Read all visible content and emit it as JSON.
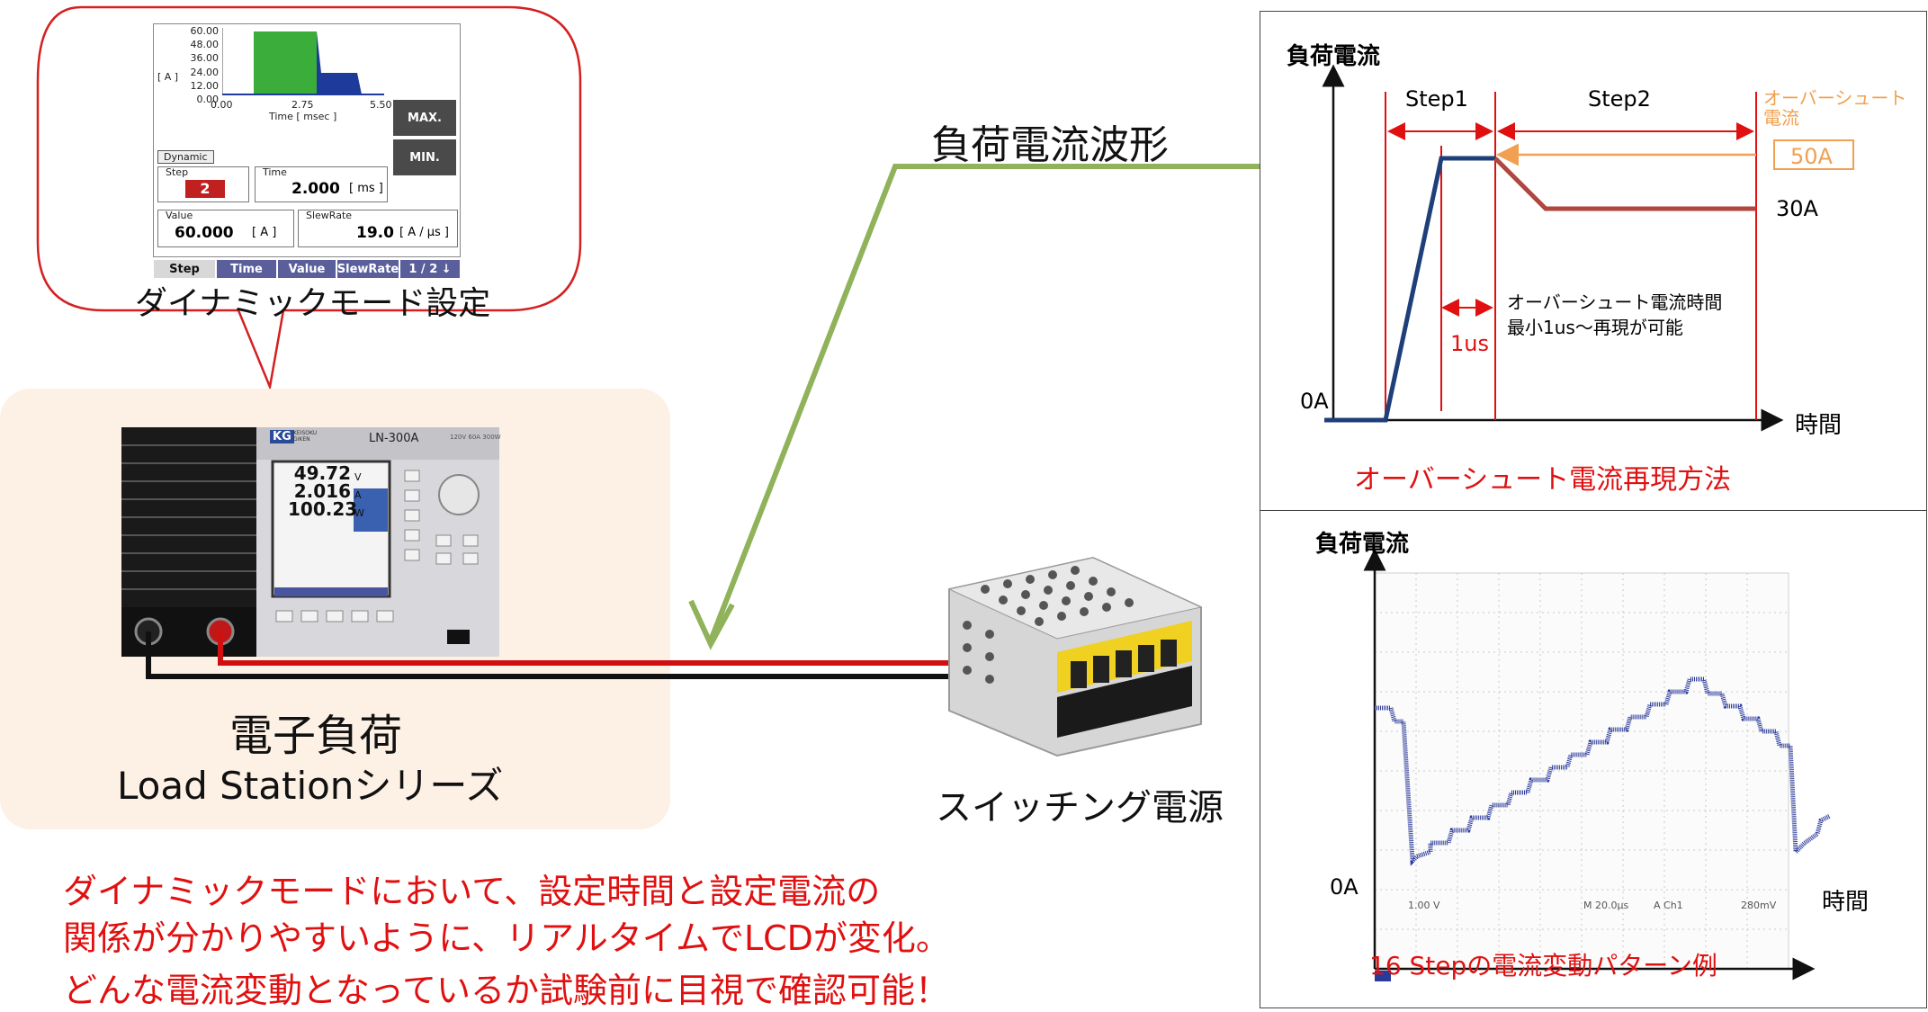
{
  "bubble": {
    "caption": "ダイナミックモード設定",
    "lcd": {
      "y_unit": "[ A ]",
      "y_ticks": [
        "60.00",
        "48.00",
        "36.00",
        "24.00",
        "12.00",
        "0.00"
      ],
      "x_ticks": [
        "0.00",
        "2.75",
        "5.50"
      ],
      "x_label": "Time [ msec ]",
      "mode_label": "Dynamic",
      "step_label": "Step",
      "step_value": "2",
      "time_label": "Time",
      "time_value": "2.000",
      "time_unit": "[ ms ]",
      "value_label": "Value",
      "value_value": "60.000",
      "value_unit": "[ A ]",
      "slew_label": "SlewRate",
      "slew_value": "19.0",
      "slew_unit": "[ A / μs ]",
      "btn_max": "MAX.",
      "btn_min": "MIN.",
      "tabs": [
        "Step",
        "Time",
        "Value",
        "SlewRate",
        "1 / 2 ↓"
      ]
    }
  },
  "device": {
    "brand": "KG",
    "brand_sub": "KEISOKU GIKEN",
    "model": "LN-300A",
    "spec": "120V 60A 300W",
    "readouts": [
      "49.72",
      "2.016",
      "100.23"
    ],
    "units": [
      "V",
      "A",
      "W"
    ],
    "label_main": "電子負荷",
    "label_series": "Load Stationシリーズ"
  },
  "waveform_label": "負荷電流波形",
  "psu_label": "スイッチング電源",
  "notes": [
    "ダイナミックモードにおいて、設定時間と設定電流の",
    "関係が分かりやすいように、リアルタイムでLCDが変化。",
    "どんな電流変動となっているか試験前に目視で確認可能！"
  ],
  "overshoot_chart": {
    "y_axis": "負荷電流",
    "x_axis": "時間",
    "zero": "0A",
    "step1": "Step1",
    "step2": "Step2",
    "overshoot_label_1": "オーバーシュート",
    "overshoot_label_2": "電流",
    "peak": "50A",
    "steady": "30A",
    "min_time": "1us",
    "note1": "オーバーシュート電流時間",
    "note2": "最小1us～再現が可能",
    "caption": "オーバーシュート電流再現方法"
  },
  "scope_chart": {
    "y_axis": "負荷電流",
    "x_axis": "時間",
    "zero": "0A",
    "footer": [
      "1.00 V",
      "M 20.0μs",
      "A  Ch1",
      "280mV"
    ],
    "caption": "16 Stepの電流変動パターン例"
  },
  "colors": {
    "red": "#e01010",
    "green_arrow": "#8fb25a",
    "orange": "#f0a050",
    "blue_wave": "#1f3f7a",
    "dark_red_wave": "#b0463f",
    "peach_bg": "#fdf0e4"
  }
}
